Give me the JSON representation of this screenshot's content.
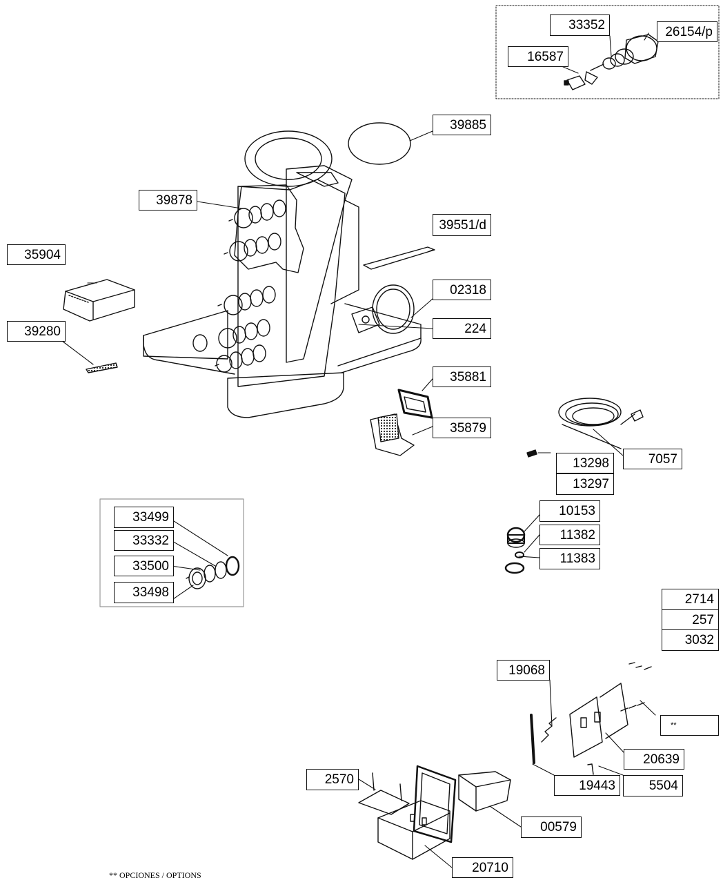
{
  "labels": {
    "p26154": "26154/p",
    "p33352": "33352",
    "p16587": "16587",
    "p39885": "39885",
    "p39878": "39878",
    "p39551": "39551/d",
    "p35904": "35904",
    "p02318": "02318",
    "p224": "224",
    "p39280": "39280",
    "p35881": "35881",
    "p35879": "35879",
    "p7057": "7057",
    "p13298": "13298",
    "p13297": "13297",
    "p10153": "10153",
    "p11382": "11382",
    "p11383": "11383",
    "p33499": "33499",
    "p33332": "33332",
    "p33500": "33500",
    "p33498": "33498",
    "p2714": "2714",
    "p257": "257",
    "p3032": "3032",
    "p19068": "19068",
    "options_box": "**",
    "p20639": "20639",
    "p19443": "19443",
    "p5504": "5504",
    "p2570": "2570",
    "p00579": "00579",
    "p20710": "20710"
  },
  "footnote": "** OPCIONES / OPTIONS"
}
